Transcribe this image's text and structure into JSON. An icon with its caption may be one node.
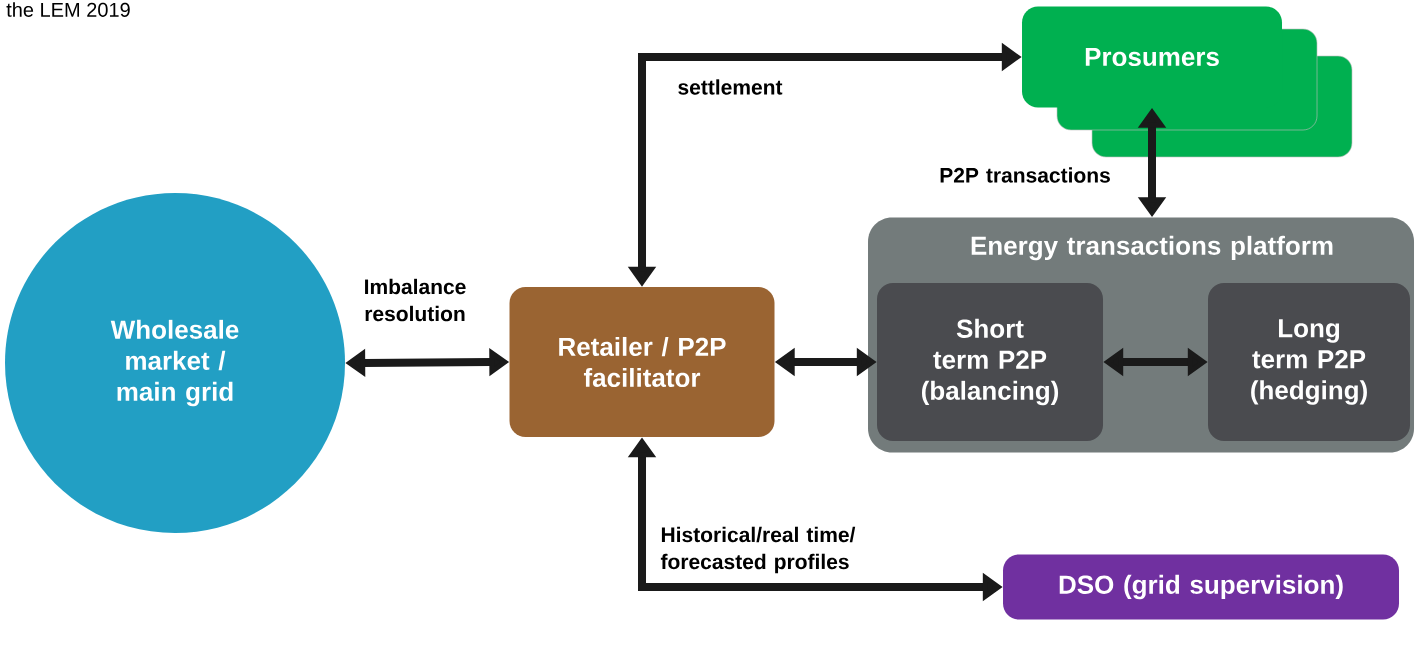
{
  "diagram": {
    "nodes": [
      {
        "text": [
          "Wholesale market / main grid"
        ]
      },
      {
        "text": [
          "Retailer / P2P facilitator"
        ]
      },
      {
        "text": [
          "Prosumers"
        ]
      },
      {
        "text": [
          "Energy transactions platform"
        ]
      },
      {
        "text": [
          "Short term P2P (balancing)"
        ],
        "in": 3
      },
      {
        "text": [
          "Long term P2P (hedging)"
        ],
        "in": 3
      },
      {
        "text": [
          "DSO (grid supervision)"
        ]
      }
    ],
    "edges": [
      {
        "from": 0,
        "to": 1,
        "arrow": "both",
        "label": "Imbalance resolution"
      },
      {
        "from": 1,
        "to": 2,
        "arrow": "both",
        "label": "settlement"
      },
      {
        "from": 2,
        "to": 3,
        "arrow": "both",
        "label": "P2P transactions"
      },
      {
        "from": 1,
        "to": 4,
        "arrow": "both"
      },
      {
        "from": 4,
        "to": 5,
        "arrow": "both"
      },
      {
        "from": 1,
        "to": 6,
        "arrow": "both",
        "label": "Historical/real time/ forecasted profiles"
      }
    ],
    "labels": [
      "the LEM 2019"
    ]
  }
}
